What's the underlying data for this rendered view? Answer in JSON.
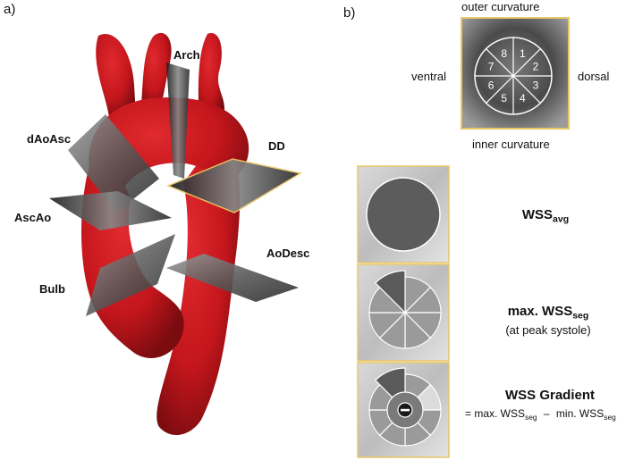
{
  "panel_a": {
    "letter": "a)",
    "planes": {
      "arch": "Arch",
      "daoasc": "dAoAsc",
      "dd": "DD",
      "ascao": "AscAo",
      "aodesc": "AoDesc",
      "bulb": "Bulb"
    }
  },
  "panel_b": {
    "letter": "b)",
    "orientation": {
      "top": "outer curvature",
      "bottom": "inner curvature",
      "left": "ventral",
      "right": "dorsal"
    },
    "segments": [
      "1",
      "2",
      "3",
      "4",
      "5",
      "6",
      "7",
      "8"
    ],
    "rows": [
      {
        "main": "WSS",
        "sub": "avg"
      },
      {
        "main": "max. WSS",
        "sub": "seg",
        "note": "(at peak systole)"
      },
      {
        "main": "WSS Gradient",
        "formula_a": "= max. WSS",
        "formula_sub_a": "seg",
        "minus": "–",
        "formula_b": "min. WSS",
        "formula_sub_b": "seg"
      }
    ]
  },
  "colors": {
    "aorta": "#c4161c",
    "frame": "#e8c766",
    "plane": "#6e6e6e"
  }
}
